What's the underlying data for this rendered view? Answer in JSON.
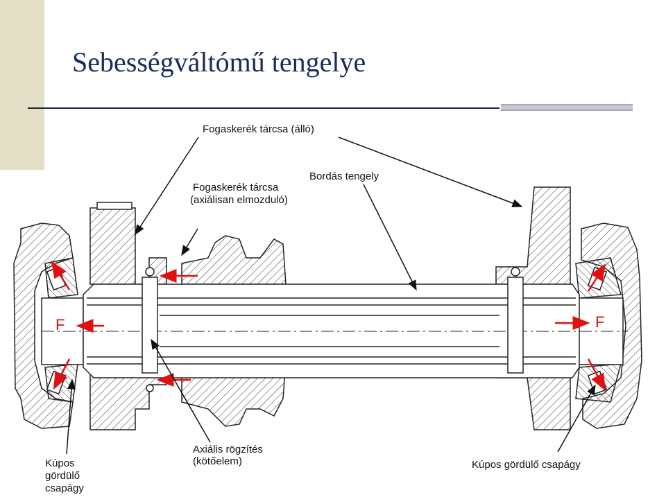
{
  "slide": {
    "title": "Sebességváltómű tengelye"
  },
  "callouts": {
    "gear_disc_fixed": "Fogaskerék tárcsa (álló)",
    "gear_disc_axial_line1": "Fogaskerék tárcsa",
    "gear_disc_axial_line2": "(axiálisan elmozduló)",
    "splined_shaft": "Bordás tengely",
    "axial_fixing_line1": "Axiális rögzítés",
    "axial_fixing_line2": "(kötőelem)",
    "bearing_left_line1": "Kúpos",
    "bearing_left_line2": "gördülő",
    "bearing_left_line3": "csapágy",
    "bearing_right": "Kúpos gördülő csapágy"
  },
  "forces": {
    "left": "F",
    "right": "F"
  },
  "colors": {
    "title": "#1b2a5c",
    "force_arrow": "#e01010",
    "drawing_line": "#222222",
    "left_strip": "#e4e0c8"
  }
}
